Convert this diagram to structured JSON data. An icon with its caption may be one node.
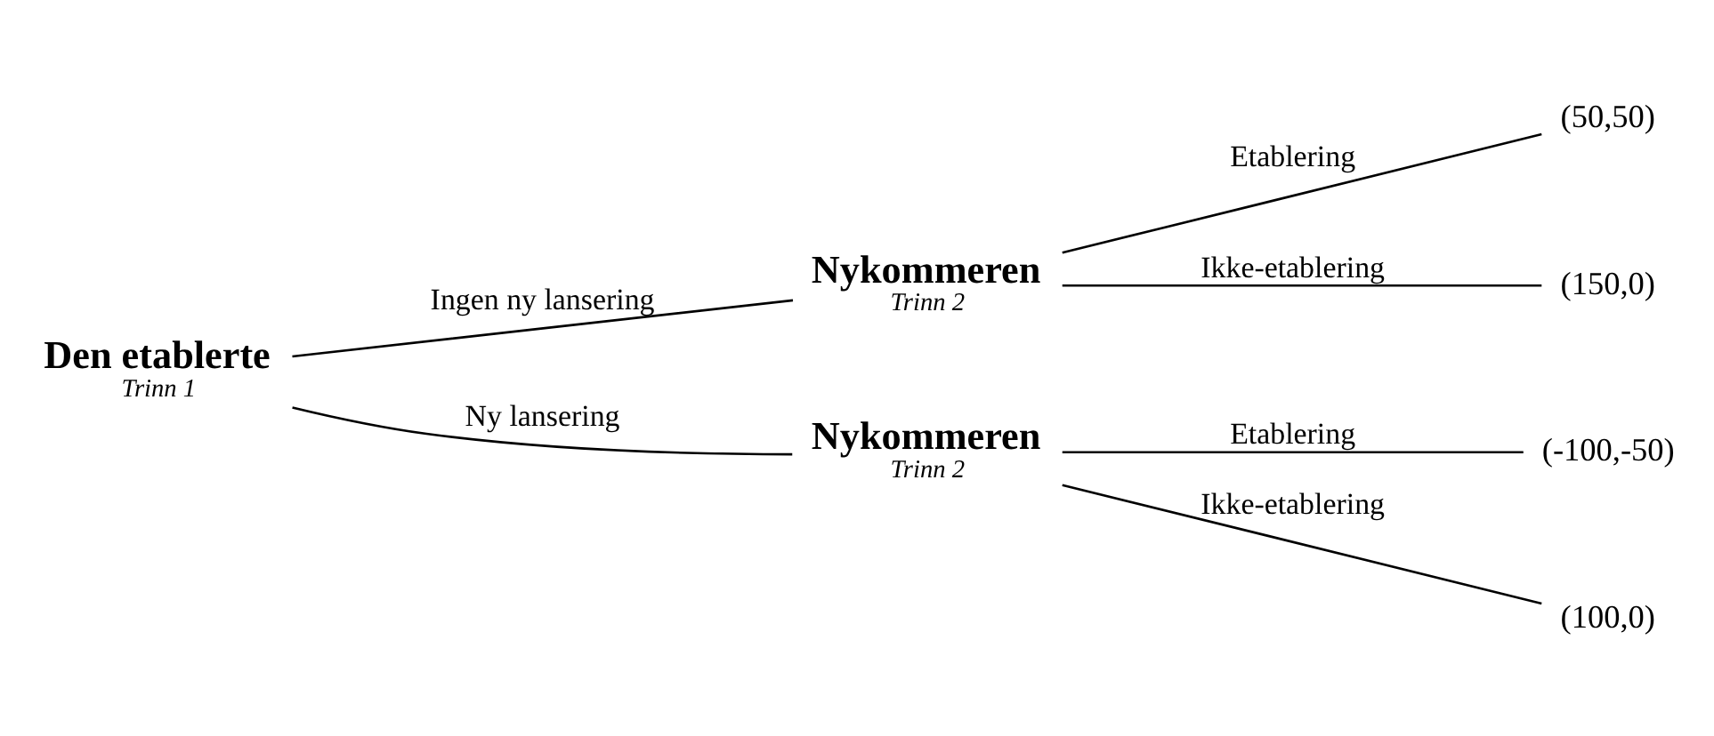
{
  "diagram": {
    "nodes": [
      {
        "text": [
          "Den etablerte"
        ],
        "beside": [
          "Trinn 1"
        ]
      },
      {
        "text": [
          "Nykommeren"
        ],
        "beside": [
          "Trinn 2"
        ]
      },
      {
        "text": [
          "Nykommeren"
        ],
        "beside": [
          "Trinn 2"
        ]
      },
      {
        "text": [
          "(50,50)"
        ]
      },
      {
        "text": [
          "(150,0)"
        ]
      },
      {
        "text": [
          "(-100,-50)"
        ]
      },
      {
        "text": [
          "(100,0)"
        ]
      }
    ],
    "edges": [
      {
        "from": 0,
        "to": 1,
        "arrow": "none",
        "label": "Ingen ny lansering"
      },
      {
        "from": 0,
        "to": 2,
        "arrow": "none",
        "label": "Ny lansering"
      },
      {
        "from": 1,
        "to": 3,
        "arrow": "none",
        "label": "Etablering"
      },
      {
        "from": 1,
        "to": 4,
        "arrow": "none",
        "label": "Ikke-etablering"
      },
      {
        "from": 2,
        "to": 5,
        "arrow": "none",
        "label": "Etablering"
      },
      {
        "from": 2,
        "to": 6,
        "arrow": "none",
        "label": "Ikke-etablering"
      }
    ]
  }
}
